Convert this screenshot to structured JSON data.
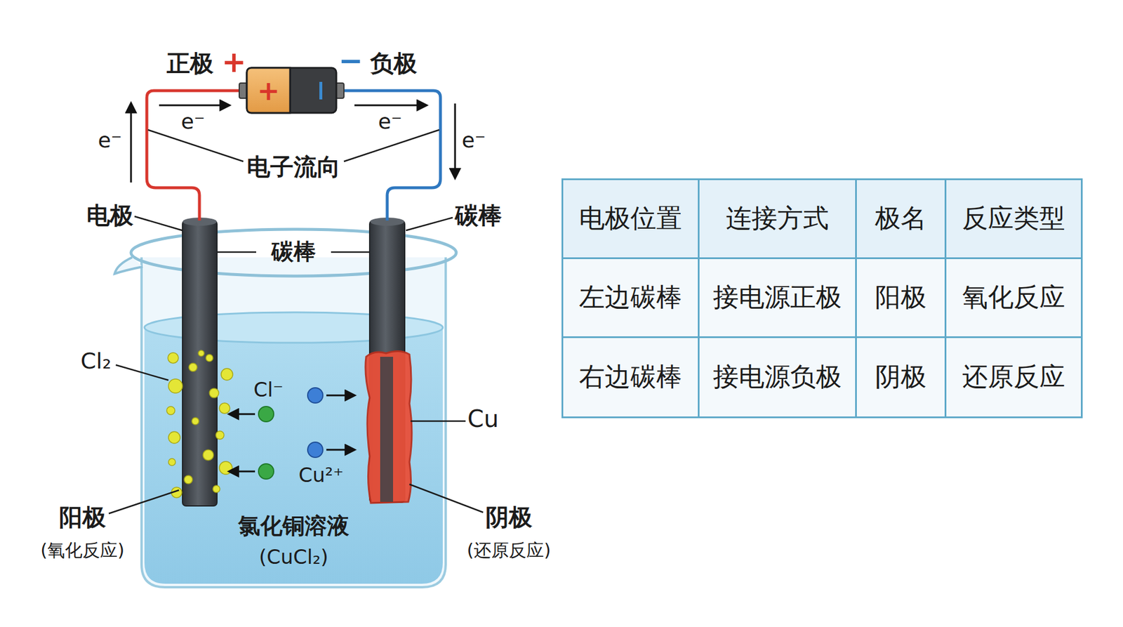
{
  "diagram": {
    "nodes": [
      {
        "text": [
          "+"
        ]
      }
    ],
    "labels": [
      "正极",
      "+",
      "−",
      "负极",
      "e⁻",
      "e⁻",
      "e⁻",
      "e⁻",
      "电子流向",
      "电极",
      "碳棒",
      "碳棒",
      "Cl₂",
      "Cl⁻",
      "Cu²⁺",
      "Cu",
      "阳极",
      "(氧化反应)",
      "氯化铜溶液",
      "(CuCl₂)",
      "阴极",
      "(还原反应)",
      "电极位置",
      "连接方式",
      "极名",
      "反应类型",
      "左边碳棒",
      "接电源正极",
      "阳极",
      "氧化反应",
      "右边碳棒",
      "接电源负极",
      "阴极",
      "还原反应"
    ]
  }
}
